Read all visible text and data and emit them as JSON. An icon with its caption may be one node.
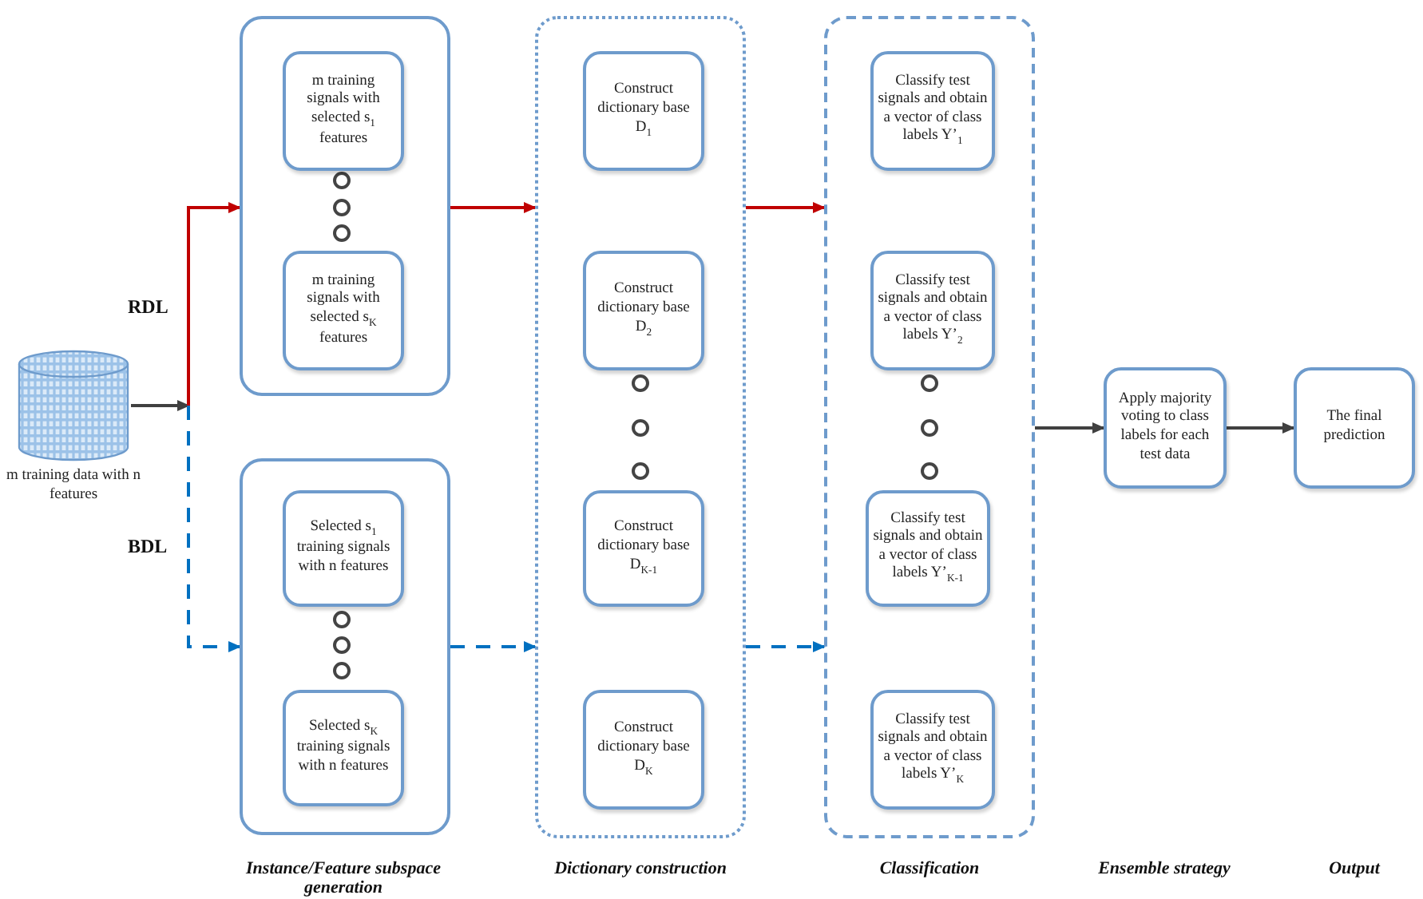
{
  "diagram": {
    "nodes": [
      {
        "text": [],
        "shape": "cylinder",
        "beside": [
          "m training data with n features"
        ]
      },
      {
        "text": [],
        "shape": "box"
      },
      {
        "text": [
          "m training signals with selected s$_{1}$ features"
        ],
        "in": 1
      },
      {
        "text": [
          "m training signals with selected s$_{K}$ features"
        ],
        "in": 1
      },
      {
        "text": [],
        "shape": "box"
      },
      {
        "text": [
          "Selected s$_{1}$ training signals with n features"
        ],
        "in": 4
      },
      {
        "text": [
          "Selected s$_{K}$ training signals with n features"
        ],
        "in": 4
      },
      {
        "text": [],
        "shape": "box"
      },
      {
        "text": [
          "Construct dictionary base D$_{1}$"
        ],
        "in": 7
      },
      {
        "text": [
          "Construct dictionary base D$_{2}$"
        ],
        "in": 7
      },
      {
        "text": [
          "Construct dictionary base D$_{K-1}$"
        ],
        "in": 7
      },
      {
        "text": [
          "Construct dictionary base D$_{K}$"
        ],
        "in": 7
      },
      {
        "text": [],
        "shape": "box"
      },
      {
        "text": [
          "Classify test signals and obtain a vector of class labels Y’$_{1}$"
        ],
        "in": 12
      },
      {
        "text": [
          "Classify test signals and obtain a vector of class labels Y’$_{2}$"
        ],
        "in": 12
      },
      {
        "text": [
          "Classify test signals and obtain a vector of class labels Y’$_{K-1}$"
        ],
        "in": 12
      },
      {
        "text": [
          "Classify test signals and obtain a vector of class labels Y’$_{K}$"
        ],
        "in": 12
      },
      {
        "text": [
          "Apply majority voting to class labels for each test data"
        ]
      },
      {
        "text": [
          "The final prediction"
        ]
      }
    ],
    "edges": [
      {
        "from": 0,
        "to": 1,
        "arrow": "to",
        "color": "#c00000"
      },
      {
        "from": 0,
        "to": 4,
        "arrow": "to",
        "style": "dashed",
        "color": "#0070c0"
      },
      {
        "from": 1,
        "to": 7,
        "arrow": "to",
        "color": "#c00000"
      },
      {
        "from": 4,
        "to": 7,
        "arrow": "to",
        "style": "dashed",
        "color": "#0070c0"
      },
      {
        "from": 7,
        "to": 12,
        "arrow": "to",
        "color": "#c00000"
      },
      {
        "from": 7,
        "to": 12,
        "arrow": "to",
        "style": "dashed",
        "color": "#0070c0"
      },
      {
        "from": 12,
        "to": 17,
        "arrow": "to",
        "color": "#404040"
      },
      {
        "from": 17,
        "to": 18,
        "arrow": "to",
        "color": "#404040"
      }
    ],
    "labels": [
      "RDL",
      "BDL",
      "Instance/Feature subspace generation",
      "Dictionary construction",
      "Classification",
      "Ensemble strategy",
      "Output"
    ]
  }
}
